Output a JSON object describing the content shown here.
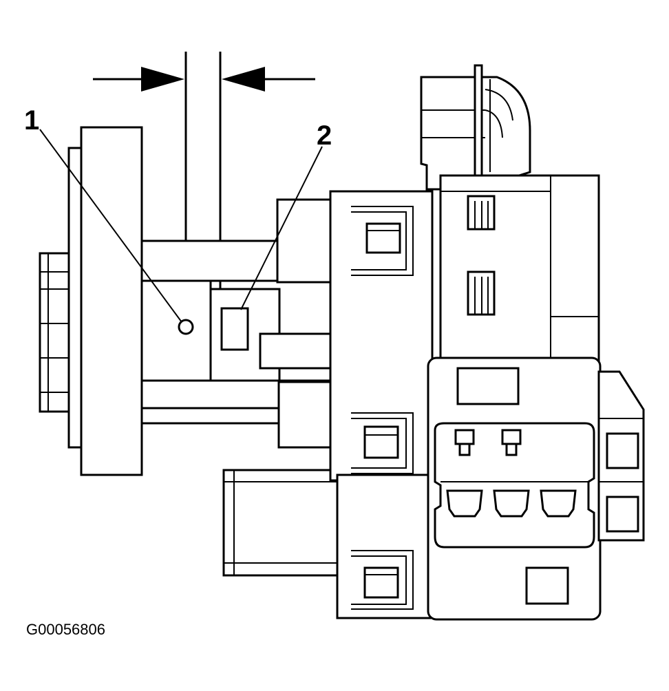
{
  "diagram": {
    "callouts": [
      {
        "id": "1",
        "label": "1"
      },
      {
        "id": "2",
        "label": "2"
      }
    ],
    "figure_id": "G00056806"
  }
}
